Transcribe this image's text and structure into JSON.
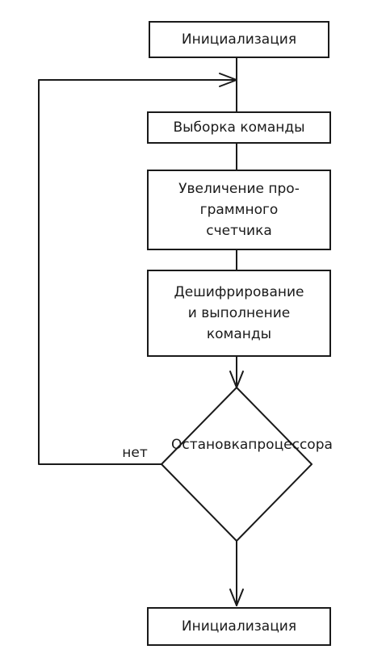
{
  "diagram": {
    "colors": {
      "stroke": "#1a1a1a",
      "background": "#ffffff"
    },
    "nodes": {
      "start": {
        "lines": [
          "Инициализация"
        ]
      },
      "fetch": {
        "lines": [
          "Выборка команды"
        ]
      },
      "increment": {
        "lines": [
          "Увеличение про-",
          "граммного",
          "счетчика"
        ]
      },
      "decode": {
        "lines": [
          "Дешифрирование",
          "и выполнение",
          "команды"
        ]
      },
      "decision": {
        "lines": [
          "Остановка",
          "процессора"
        ]
      },
      "end": {
        "lines": [
          "Инициализация"
        ]
      }
    },
    "edges": {
      "no_label": "нет"
    }
  }
}
